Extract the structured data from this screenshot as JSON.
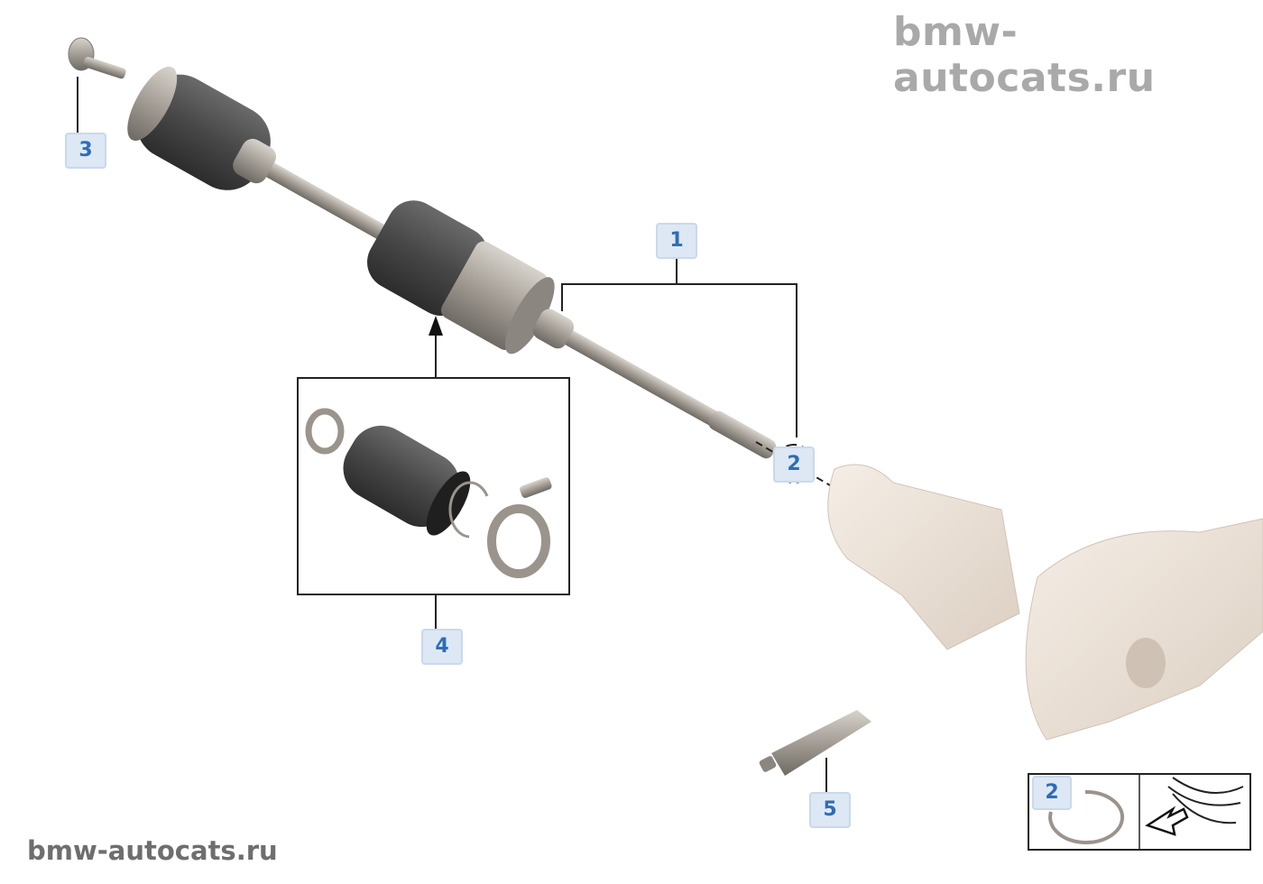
{
  "watermark_top": "bmw-autocats.ru",
  "watermark_bottom": "bmw-autocats.ru",
  "callouts": [
    {
      "id": "1",
      "part": "drive-shaft-assembly"
    },
    {
      "id": "2",
      "part": "circlip"
    },
    {
      "id": "3",
      "part": "collar-bolt"
    },
    {
      "id": "4",
      "part": "boot-repair-kit"
    },
    {
      "id": "5",
      "part": "grease-tube"
    }
  ],
  "inset": {
    "label": "2"
  },
  "colors": {
    "label_bg": "#dde8f4",
    "label_text": "#2f6db5",
    "boot": "#4a4a4a",
    "metal": "#a8a29a",
    "housing": "#ede4da"
  }
}
